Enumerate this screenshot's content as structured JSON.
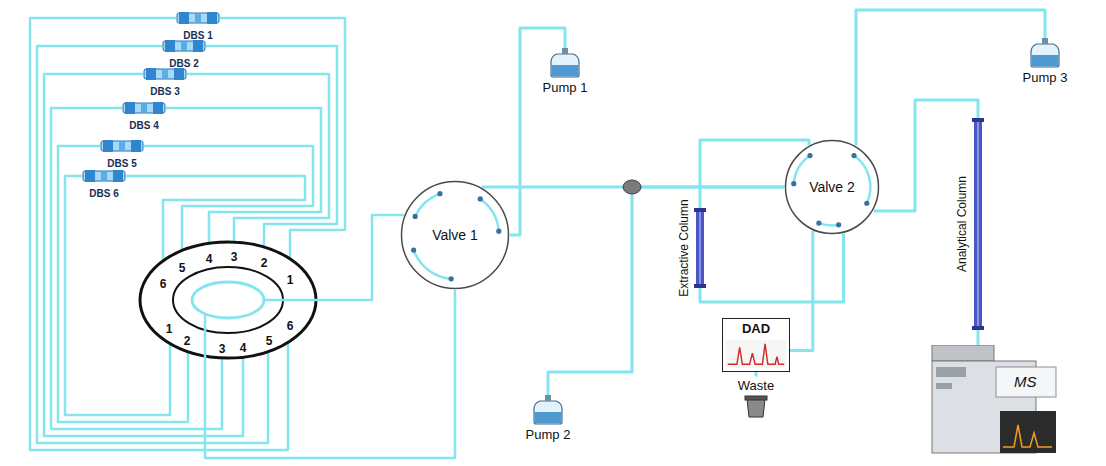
{
  "diagram": {
    "nodes": [
      {
        "text": [
          "DBS 1"
        ]
      },
      {
        "text": [
          "DBS 2"
        ]
      },
      {
        "text": [
          "DBS 3"
        ]
      },
      {
        "text": [
          "DBS 4"
        ]
      },
      {
        "text": [
          "DBS 5"
        ]
      },
      {
        "text": [
          "DBS 6"
        ]
      },
      {
        "text": [
          "Valve 1"
        ]
      },
      {
        "text": [
          "Pump 1"
        ]
      },
      {
        "text": [
          "Pump 2"
        ]
      },
      {
        "text": [
          "Extractive Column"
        ]
      },
      {
        "text": [
          "Valve 2"
        ]
      },
      {
        "text": [
          "DAD"
        ]
      },
      {
        "text": [
          "Waste"
        ]
      },
      {
        "text": [
          "Pump 3"
        ]
      },
      {
        "text": [
          "Analytical Column"
        ]
      },
      {
        "text": [
          "MS"
        ]
      }
    ],
    "edges": [
      {
        "from": 6,
        "to": 7,
        "arrow": "none"
      },
      {
        "from": 6,
        "to": 10,
        "arrow": "none"
      },
      {
        "from": 8,
        "to": 10,
        "arrow": "none"
      },
      {
        "from": 9,
        "to": 10,
        "arrow": "none"
      },
      {
        "from": 9,
        "to": 10,
        "arrow": "none"
      },
      {
        "from": 10,
        "to": 11,
        "arrow": "none"
      },
      {
        "from": 11,
        "to": 12,
        "arrow": "none"
      },
      {
        "from": 10,
        "to": 13,
        "arrow": "none"
      },
      {
        "from": 10,
        "to": 14,
        "arrow": "none"
      },
      {
        "from": 14,
        "to": 15,
        "arrow": "none"
      }
    ],
    "labels": [
      "6",
      "5",
      "4",
      "3",
      "2",
      "1",
      "1",
      "2",
      "3",
      "4",
      "5",
      "6"
    ]
  }
}
